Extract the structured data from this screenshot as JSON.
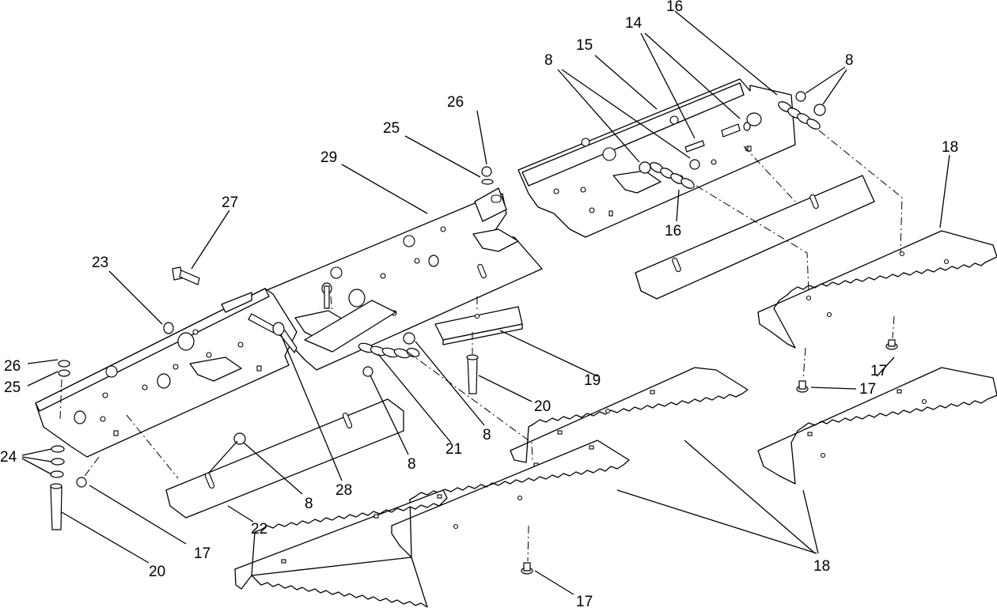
{
  "callouts": [
    {
      "id": "c16-top",
      "label": "16"
    },
    {
      "id": "c14",
      "label": "14"
    },
    {
      "id": "c15",
      "label": "15"
    },
    {
      "id": "c8-a",
      "label": "8"
    },
    {
      "id": "c8-b",
      "label": "8"
    },
    {
      "id": "c18-right",
      "label": "18"
    },
    {
      "id": "c16-mid",
      "label": "16"
    },
    {
      "id": "c26-top",
      "label": "26"
    },
    {
      "id": "c25-top",
      "label": "25"
    },
    {
      "id": "c29",
      "label": "29"
    },
    {
      "id": "c27",
      "label": "27"
    },
    {
      "id": "c23",
      "label": "23"
    },
    {
      "id": "c26-left",
      "label": "26"
    },
    {
      "id": "c25-left",
      "label": "25"
    },
    {
      "id": "c24",
      "label": "24"
    },
    {
      "id": "c19",
      "label": "19"
    },
    {
      "id": "c20-mid",
      "label": "20"
    },
    {
      "id": "c8-c",
      "label": "8"
    },
    {
      "id": "c21",
      "label": "21"
    },
    {
      "id": "c8-d",
      "label": "8"
    },
    {
      "id": "c8-e",
      "label": "8"
    },
    {
      "id": "c28",
      "label": "28"
    },
    {
      "id": "c22",
      "label": "22"
    },
    {
      "id": "c17-left",
      "label": "17"
    },
    {
      "id": "c20-left",
      "label": "20"
    },
    {
      "id": "c17-right-a",
      "label": "17"
    },
    {
      "id": "c17-right-b",
      "label": "17"
    },
    {
      "id": "c18-bottom",
      "label": "18"
    },
    {
      "id": "c17-bottom",
      "label": "17"
    }
  ]
}
